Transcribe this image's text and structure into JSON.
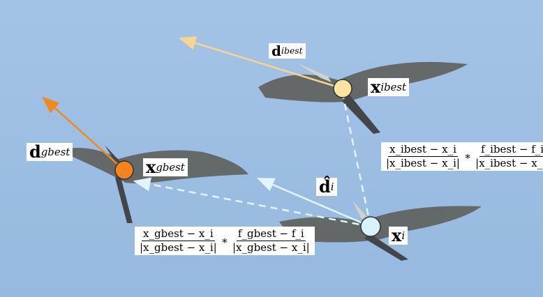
{
  "colors": {
    "sky": "#9ebfe3",
    "ibest": "#fde3a0",
    "gbest": "#f5841f",
    "xi": "#d8f2fb",
    "ibest_arrow": "#f6d68e",
    "gbest_arrow": "#f08a1f",
    "di_arrow": "#e2f5fc"
  },
  "labels": {
    "d_ibest": {
      "base": "d",
      "sub": "ibest"
    },
    "x_ibest": {
      "base": "x",
      "sub": "ibest"
    },
    "d_gbest": {
      "base": "d",
      "sub": "gbest"
    },
    "x_gbest": {
      "base": "x",
      "sub": "gbest"
    },
    "d_hat_i": {
      "base": "d̂",
      "sub": "i"
    },
    "x_i": {
      "base": "x",
      "sub": "i"
    }
  },
  "formulas": {
    "ibest": {
      "num1": "x_ibest − x_i",
      "den1": "|x_ibest − x_i|",
      "op": "∗",
      "num2": "f_ibest − f_i",
      "den2": "|x_ibest − x_i|"
    },
    "gbest": {
      "num1": "x_gbest − x_i",
      "den1": "|x_gbest − x_i|",
      "op": "∗",
      "num2": "f_gbest − f_i",
      "den2": "|x_gbest − x_i|"
    }
  }
}
